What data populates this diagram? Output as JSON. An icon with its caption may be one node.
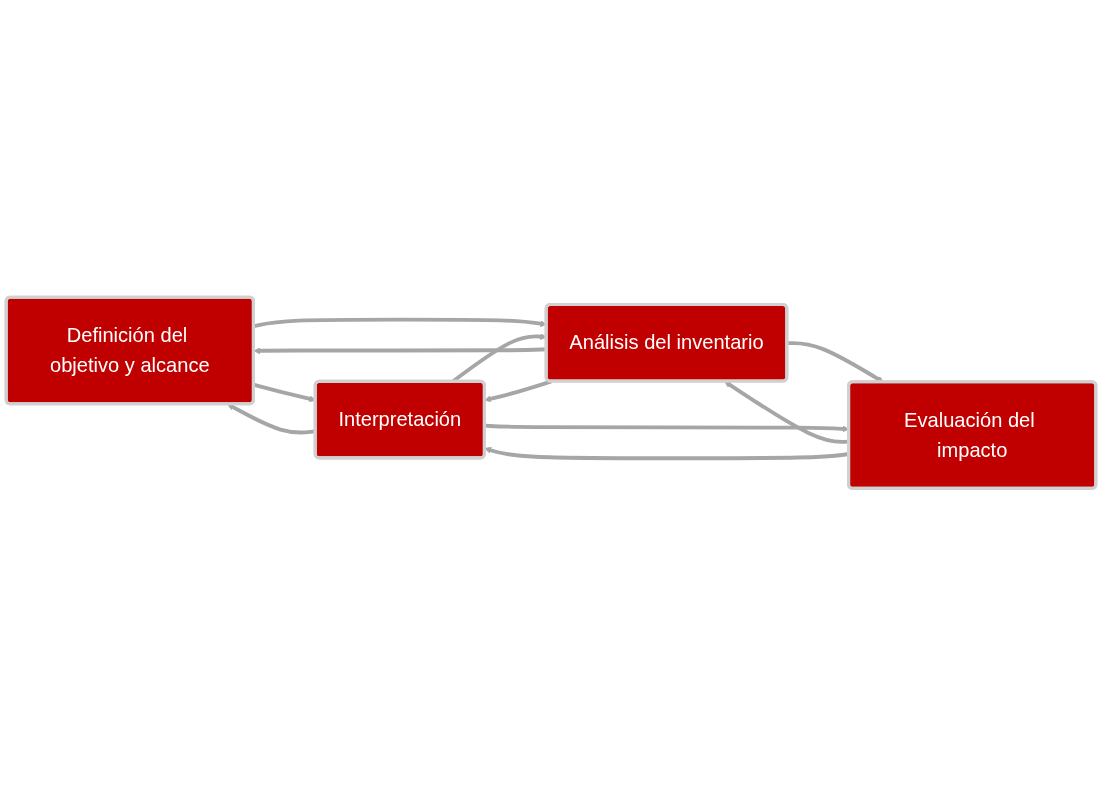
{
  "diagram": {
    "nodes": [
      {
        "text": [
          "Definición del objetivo y alcance"
        ]
      },
      {
        "text": [
          "Análisis del inventario"
        ]
      },
      {
        "text": [
          "Evaluación del impacto"
        ]
      },
      {
        "text": [
          "Interpretación"
        ]
      }
    ],
    "edges": [
      {
        "from": 0,
        "to": 3,
        "arrow": "to"
      },
      {
        "from": 3,
        "to": 0,
        "arrow": "to"
      },
      {
        "from": 0,
        "to": 1,
        "arrow": "to"
      },
      {
        "from": 1,
        "to": 0,
        "arrow": "to"
      },
      {
        "from": 1,
        "to": 3,
        "arrow": "to"
      },
      {
        "from": 3,
        "to": 1,
        "arrow": "to"
      },
      {
        "from": 1,
        "to": 2,
        "arrow": "to"
      },
      {
        "from": 2,
        "to": 1,
        "arrow": "to"
      },
      {
        "from": 2,
        "to": 3,
        "arrow": "to"
      },
      {
        "from": 3,
        "to": 2,
        "arrow": "to"
      }
    ]
  }
}
